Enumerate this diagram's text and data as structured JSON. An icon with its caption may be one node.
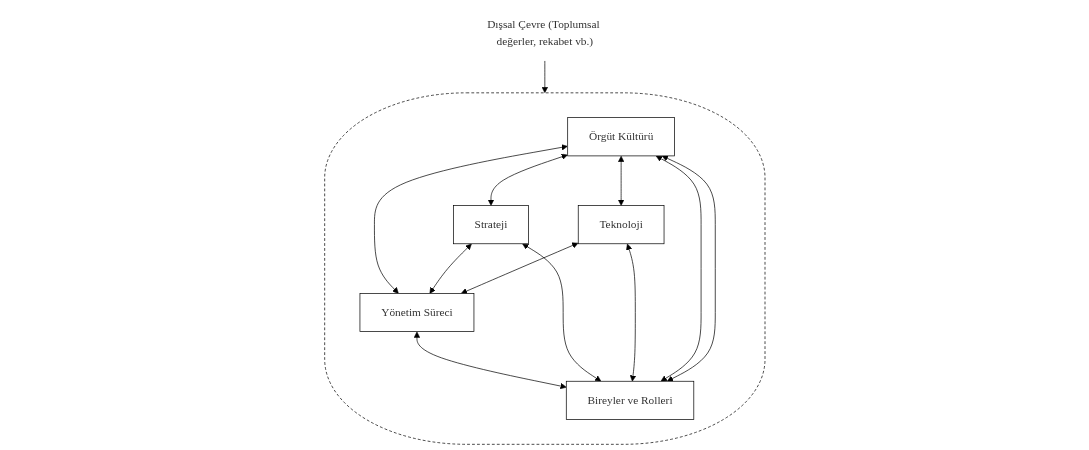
{
  "diagram": {
    "nodes": [
      {
        "text": [
          "Dışsal Çevre (Toplumsal değerler, rekabet vb.)"
        ]
      },
      {
        "text": [],
        "shape": "ellipse"
      },
      {
        "text": [
          "Örgüt Kültürü"
        ],
        "in": 1
      },
      {
        "text": [
          "Strateji"
        ],
        "in": 1
      },
      {
        "text": [
          "Yönetim Süreci"
        ],
        "in": 1
      },
      {
        "text": [
          "Teknoloji"
        ],
        "in": 1
      },
      {
        "text": [
          "Bireyler ve Rolleri"
        ],
        "in": 1
      }
    ],
    "edges": [
      {
        "from": 0,
        "to": 1,
        "arrow": "to"
      },
      {
        "from": 2,
        "to": 3,
        "arrow": "both"
      },
      {
        "from": 2,
        "to": 5,
        "arrow": "both"
      },
      {
        "from": 2,
        "to": 4,
        "arrow": "both"
      },
      {
        "from": 3,
        "to": 4,
        "arrow": "both"
      },
      {
        "from": 5,
        "to": 4,
        "arrow": "both"
      },
      {
        "from": 4,
        "to": 6,
        "arrow": "both"
      },
      {
        "from": 3,
        "to": 6,
        "arrow": "both"
      },
      {
        "from": 5,
        "to": 6,
        "arrow": "both"
      },
      {
        "from": 2,
        "to": 6,
        "arrow": "both"
      },
      {
        "from": 2,
        "to": 6,
        "arrow": "both"
      }
    ]
  }
}
